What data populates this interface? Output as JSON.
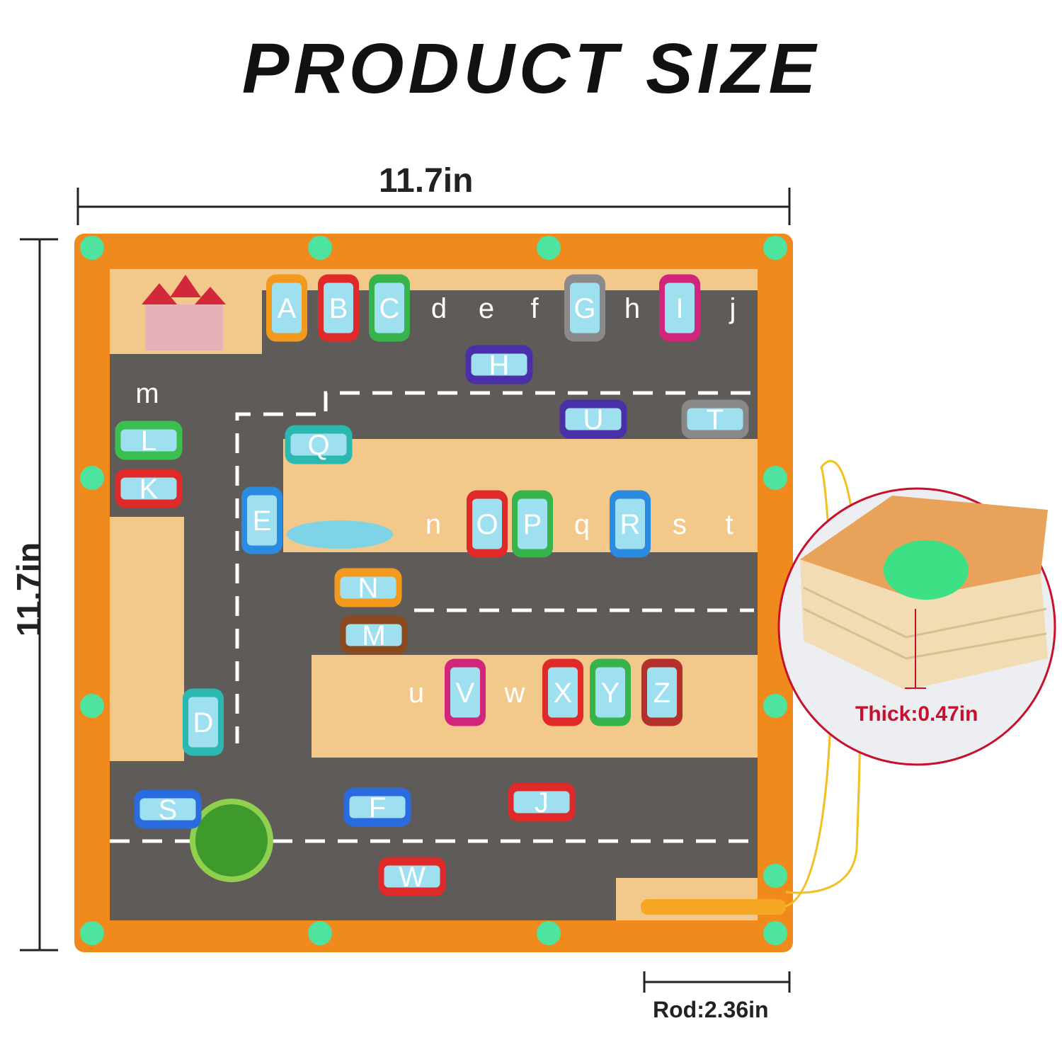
{
  "title": "PRODUCT SIZE",
  "dimensions": {
    "width": "11.7in",
    "height": "11.7in",
    "thickness": "Thick:0.47in",
    "rod": "Rod:2.36in"
  },
  "colors": {
    "frame": "#f08a1c",
    "road": "#5f5b58",
    "wood": "#f3c98b",
    "peg": "#4fe3a0",
    "callout": "#c8102e"
  },
  "board": {
    "cars": [
      "A",
      "B",
      "C",
      "G",
      "I",
      "H",
      "U",
      "T",
      "Q",
      "L",
      "K",
      "E",
      "O",
      "P",
      "R",
      "N",
      "M",
      "V",
      "X",
      "Y",
      "Z",
      "D",
      "S",
      "F",
      "J",
      "W"
    ],
    "empty_slots": [
      "d",
      "e",
      "f",
      "h",
      "j",
      "m",
      "n",
      "q",
      "s",
      "t",
      "u",
      "w"
    ]
  }
}
